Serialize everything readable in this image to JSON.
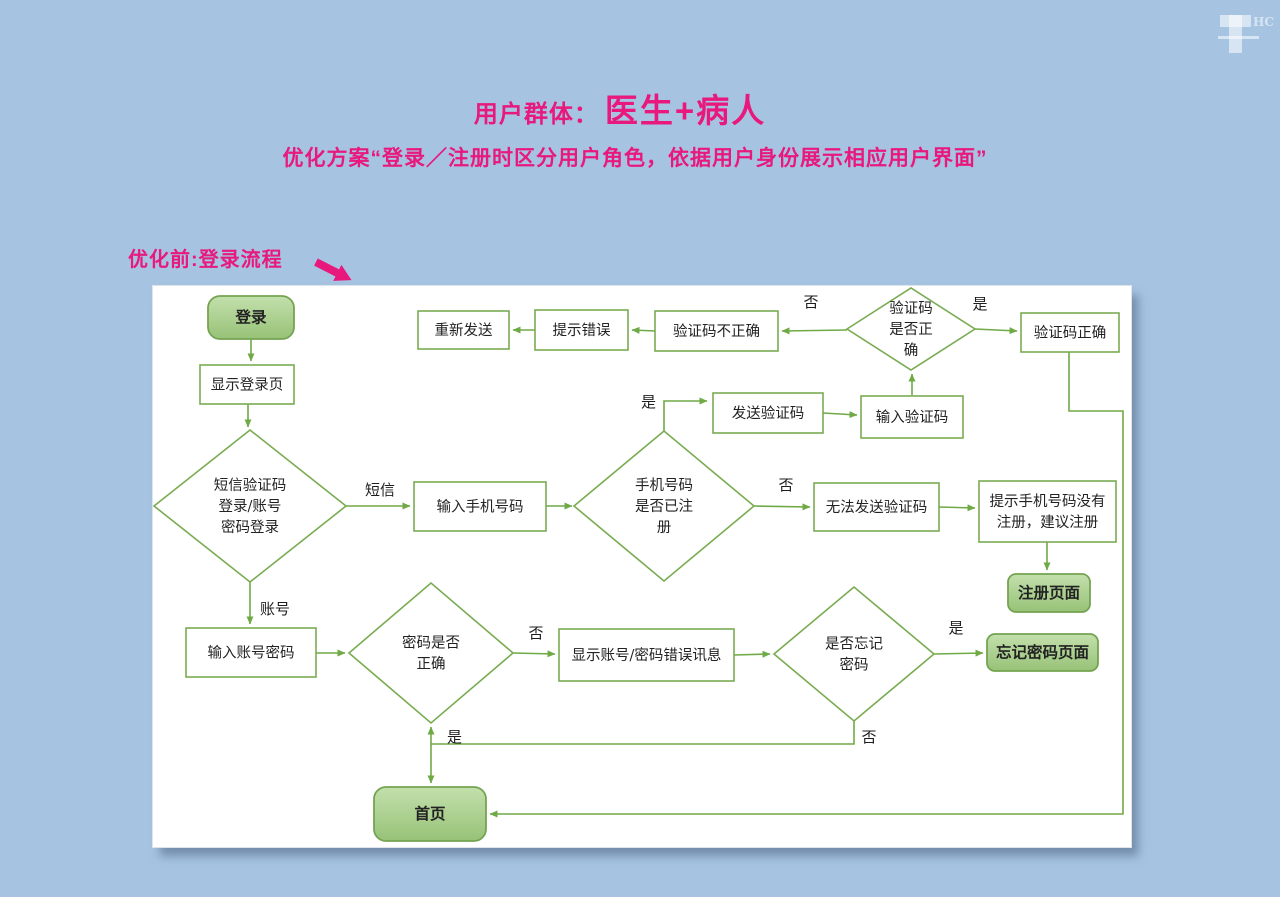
{
  "page": {
    "background": "#a6c4e2",
    "accent_pink": "#e8187d",
    "accent_green": "#6faa46"
  },
  "header": {
    "title_label": "用户群体：",
    "title_value": "医生+病人",
    "subtitle": "优化方案“登录／注册时区分用户角色，依据用户身份展示相应用户界面”",
    "section_label": "优化前:登录流程"
  },
  "logo": {
    "letter": "T",
    "suffix": "HC"
  },
  "flowchart": {
    "nodes": [
      {
        "id": "login",
        "shape": "start",
        "label": "登录"
      },
      {
        "id": "show-login",
        "shape": "process",
        "label": "显示登录页"
      },
      {
        "id": "sms-or-account",
        "shape": "decision",
        "label": "短信验证码\n登录/账号\n密码登录"
      },
      {
        "id": "enter-phone",
        "shape": "process",
        "label": "输入手机号码"
      },
      {
        "id": "phone-registered",
        "shape": "decision",
        "label": "手机号码\n是否已注\n册"
      },
      {
        "id": "cant-send-code",
        "shape": "process",
        "label": "无法发送验证码"
      },
      {
        "id": "prompt-not-registered",
        "shape": "process",
        "label": "提示手机号码没有\n注册，建议注册"
      },
      {
        "id": "register-page",
        "shape": "page",
        "label": "注册页面"
      },
      {
        "id": "send-code",
        "shape": "process",
        "label": "发送验证码"
      },
      {
        "id": "enter-code",
        "shape": "process",
        "label": "输入验证码"
      },
      {
        "id": "code-correct-q",
        "shape": "decision",
        "label": "验证码\n是否正\n确"
      },
      {
        "id": "code-correct",
        "shape": "process",
        "label": "验证码正确"
      },
      {
        "id": "code-wrong",
        "shape": "process",
        "label": "验证码不正确"
      },
      {
        "id": "prompt-error",
        "shape": "process",
        "label": "提示错误"
      },
      {
        "id": "resend",
        "shape": "process",
        "label": "重新发送"
      },
      {
        "id": "enter-account",
        "shape": "process",
        "label": "输入账号密码"
      },
      {
        "id": "password-correct-q",
        "shape": "decision",
        "label": "密码是否\n正确"
      },
      {
        "id": "show-error-msg",
        "shape": "process",
        "label": "显示账号/密码错误讯息"
      },
      {
        "id": "forgot-password-q",
        "shape": "decision",
        "label": "是否忘记\n密码"
      },
      {
        "id": "forgot-password-page",
        "shape": "page",
        "label": "忘记密码页面"
      },
      {
        "id": "home",
        "shape": "start",
        "label": "首页"
      }
    ],
    "edge_labels": [
      {
        "id": "sms",
        "text": "短信"
      },
      {
        "id": "account",
        "text": "账号"
      },
      {
        "id": "phone-no",
        "text": "否"
      },
      {
        "id": "send-yes",
        "text": "是"
      },
      {
        "id": "code-no",
        "text": "否"
      },
      {
        "id": "code-yes",
        "text": "是"
      },
      {
        "id": "pwd-no",
        "text": "否"
      },
      {
        "id": "forgot-yes",
        "text": "是"
      },
      {
        "id": "forgot-no",
        "text": "否"
      },
      {
        "id": "pwd-yes",
        "text": "是"
      }
    ]
  }
}
